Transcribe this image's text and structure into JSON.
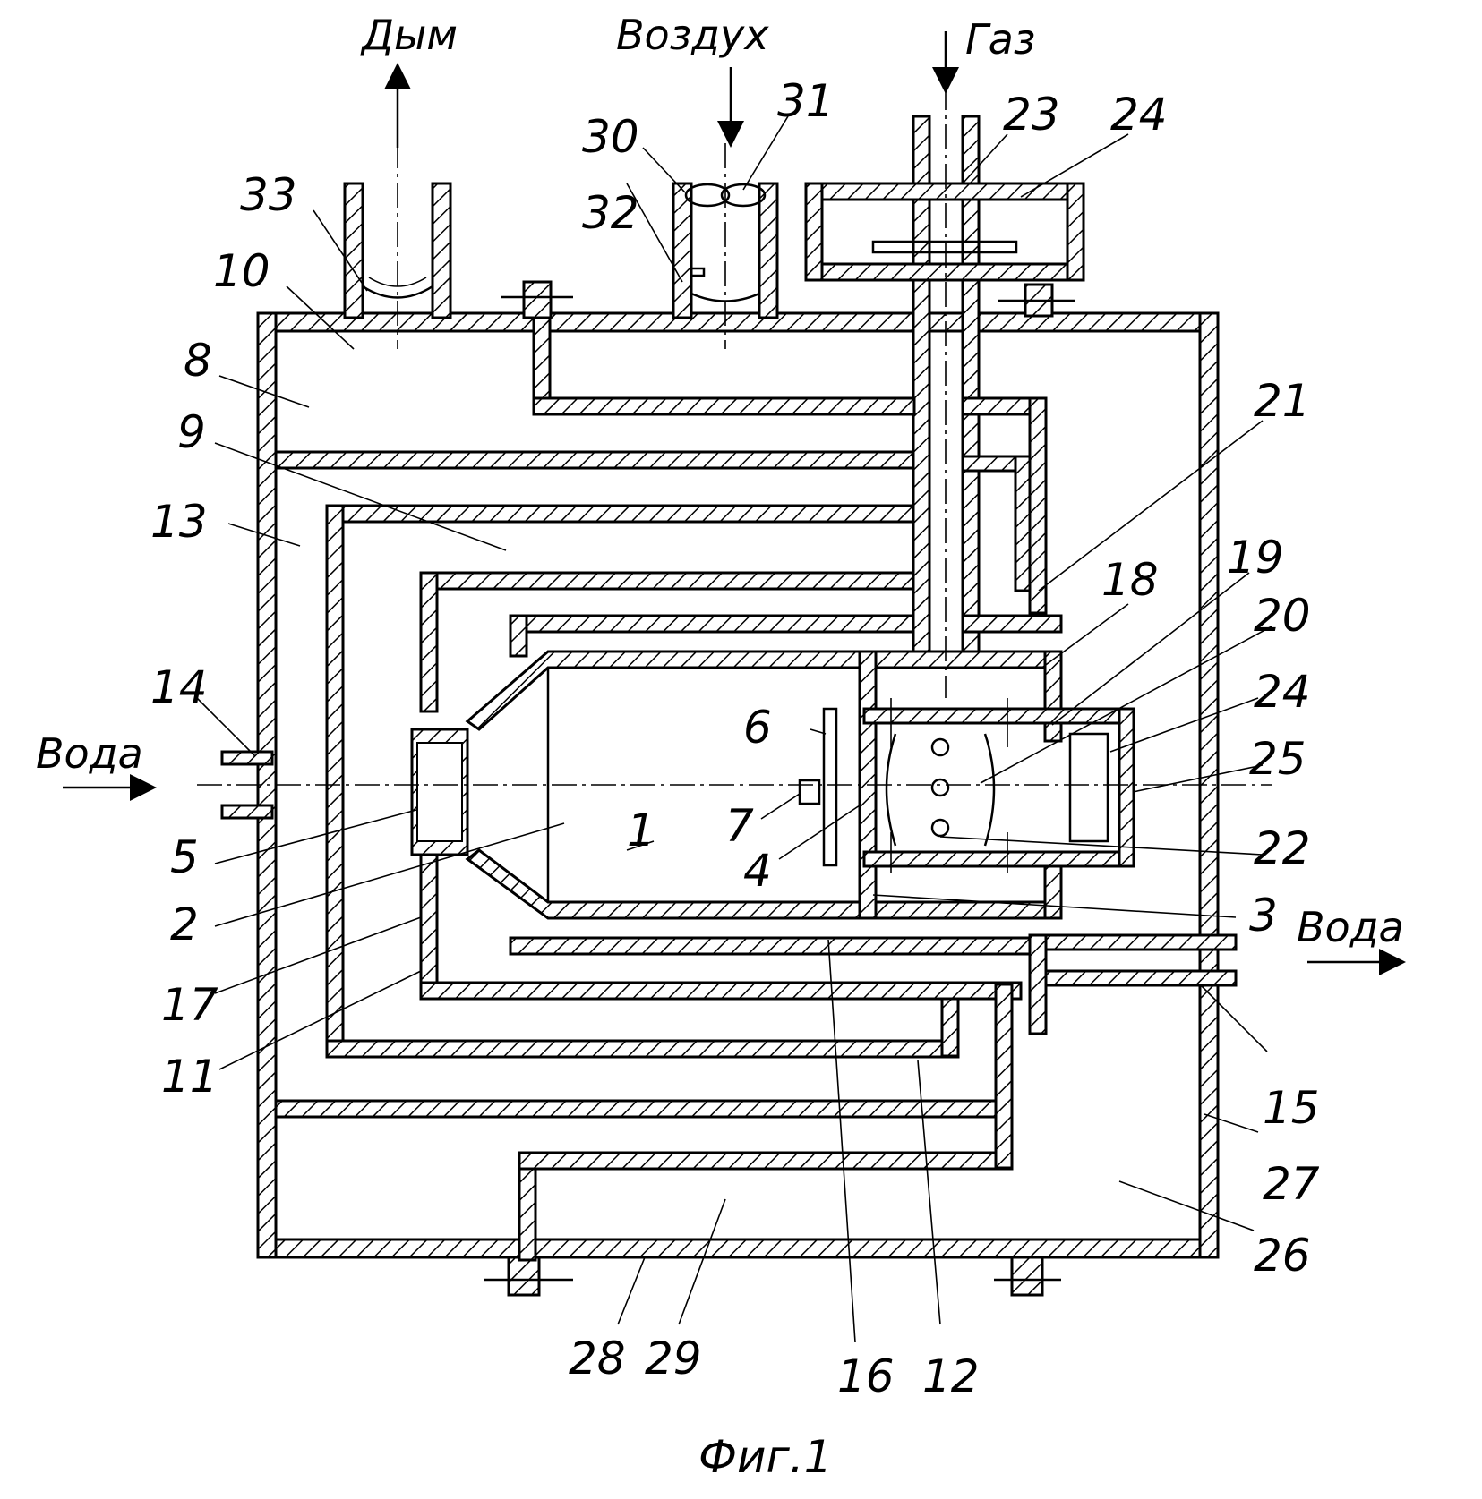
{
  "flows": {
    "smoke": "Дым",
    "air": "Воздух",
    "gas": "Газ",
    "water_in": "Вода",
    "water_out": "Вода"
  },
  "caption": "Фиг.1",
  "labels": {
    "n1": "1",
    "n2": "2",
    "n3": "3",
    "n4": "4",
    "n5": "5",
    "n6": "6",
    "n7": "7",
    "n8": "8",
    "n9": "9",
    "n10": "10",
    "n11": "11",
    "n12": "12",
    "n13": "13",
    "n14": "14",
    "n15": "15",
    "n16": "16",
    "n17": "17",
    "n18": "18",
    "n19": "19",
    "n20": "20",
    "n21": "21",
    "n22": "22",
    "n23": "23",
    "n24a": "24",
    "n24b": "24",
    "n25": "25",
    "n26": "26",
    "n27": "27",
    "n28": "28",
    "n29": "29",
    "n30": "30",
    "n31": "31",
    "n32": "32",
    "n33": "33"
  },
  "colors": {
    "ink": "#000000",
    "paper": "#ffffff"
  }
}
